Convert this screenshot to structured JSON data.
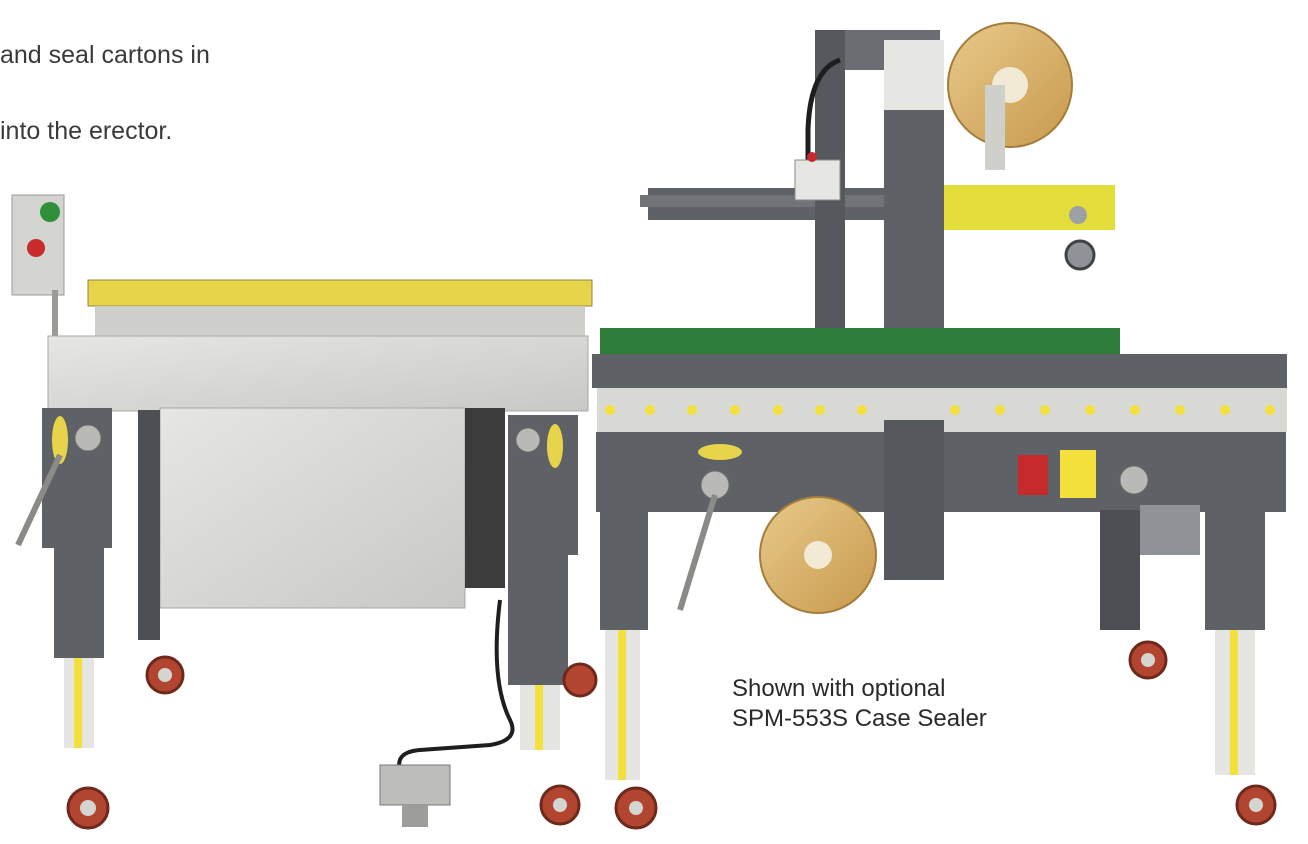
{
  "intro": {
    "line1": "and seal cartons in",
    "line2": "into the erector."
  },
  "note": {
    "line1": "Shown with optional",
    "line2": "SPM-553S Case Sealer"
  },
  "colors": {
    "frame_gray": "#5e6166",
    "frame_dark": "#45484d",
    "steel": "#d9d9d6",
    "yellow": "#f2e13a",
    "tape": "#d9b46a",
    "wheel_red": "#b2452f",
    "belt_green": "#2e7d3a"
  }
}
